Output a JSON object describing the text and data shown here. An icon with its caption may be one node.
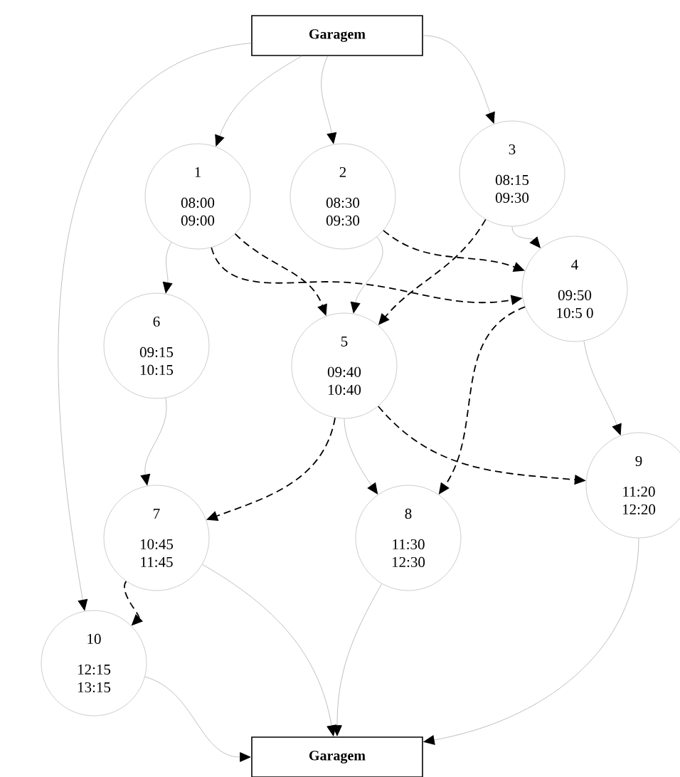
{
  "diagram": {
    "nodes": [
      {
        "text": [
          "Garagem"
        ]
      },
      {
        "text": [
          "1",
          "08:00",
          "09:00"
        ]
      },
      {
        "text": [
          "2",
          "08:30",
          "09:30"
        ]
      },
      {
        "text": [
          "3",
          "08:15",
          "09:30"
        ]
      },
      {
        "text": [
          "4",
          "09:50",
          "10:5 0"
        ]
      },
      {
        "text": [
          "5",
          "09:40",
          "10:40"
        ]
      },
      {
        "text": [
          "6",
          "09:15",
          "10:15"
        ]
      },
      {
        "text": [
          "7",
          "10:45",
          "11:45"
        ]
      },
      {
        "text": [
          "8",
          "11:30",
          "12:30"
        ]
      },
      {
        "text": [
          "9",
          "11:20",
          "12:20"
        ]
      },
      {
        "text": [
          "10",
          "12:15",
          "13:15"
        ]
      },
      {
        "text": [
          "Garagem"
        ]
      }
    ],
    "edges": [
      {
        "from": 0,
        "to": 1,
        "arrow": "to"
      },
      {
        "from": 0,
        "to": 2,
        "arrow": "to"
      },
      {
        "from": 0,
        "to": 3,
        "arrow": "to"
      },
      {
        "from": 0,
        "to": 10,
        "arrow": "to"
      },
      {
        "from": 1,
        "to": 6,
        "arrow": "to"
      },
      {
        "from": 1,
        "to": 5,
        "arrow": "to",
        "style": "dashed",
        "color": "#000000"
      },
      {
        "from": 1,
        "to": 4,
        "arrow": "to",
        "style": "dashed",
        "color": "#000000"
      },
      {
        "from": 2,
        "to": 5,
        "arrow": "to"
      },
      {
        "from": 2,
        "to": 4,
        "arrow": "to",
        "style": "dashed",
        "color": "#000000"
      },
      {
        "from": 3,
        "to": 4,
        "arrow": "to"
      },
      {
        "from": 3,
        "to": 5,
        "arrow": "to",
        "style": "dashed",
        "color": "#000000"
      },
      {
        "from": 4,
        "to": 9,
        "arrow": "to"
      },
      {
        "from": 4,
        "to": 8,
        "arrow": "to",
        "style": "dashed",
        "color": "#000000"
      },
      {
        "from": 5,
        "to": 8,
        "arrow": "to"
      },
      {
        "from": 5,
        "to": 7,
        "arrow": "to",
        "style": "dashed",
        "color": "#000000"
      },
      {
        "from": 5,
        "to": 9,
        "arrow": "to",
        "style": "dashed",
        "color": "#000000"
      },
      {
        "from": 6,
        "to": 7,
        "arrow": "to"
      },
      {
        "from": 7,
        "to": 10,
        "arrow": "to",
        "style": "dashed",
        "color": "#000000"
      },
      {
        "from": 7,
        "to": 11,
        "arrow": "to"
      },
      {
        "from": 8,
        "to": 11,
        "arrow": "to"
      },
      {
        "from": 9,
        "to": 11,
        "arrow": "to"
      },
      {
        "from": 10,
        "to": 11,
        "arrow": "to"
      }
    ]
  }
}
